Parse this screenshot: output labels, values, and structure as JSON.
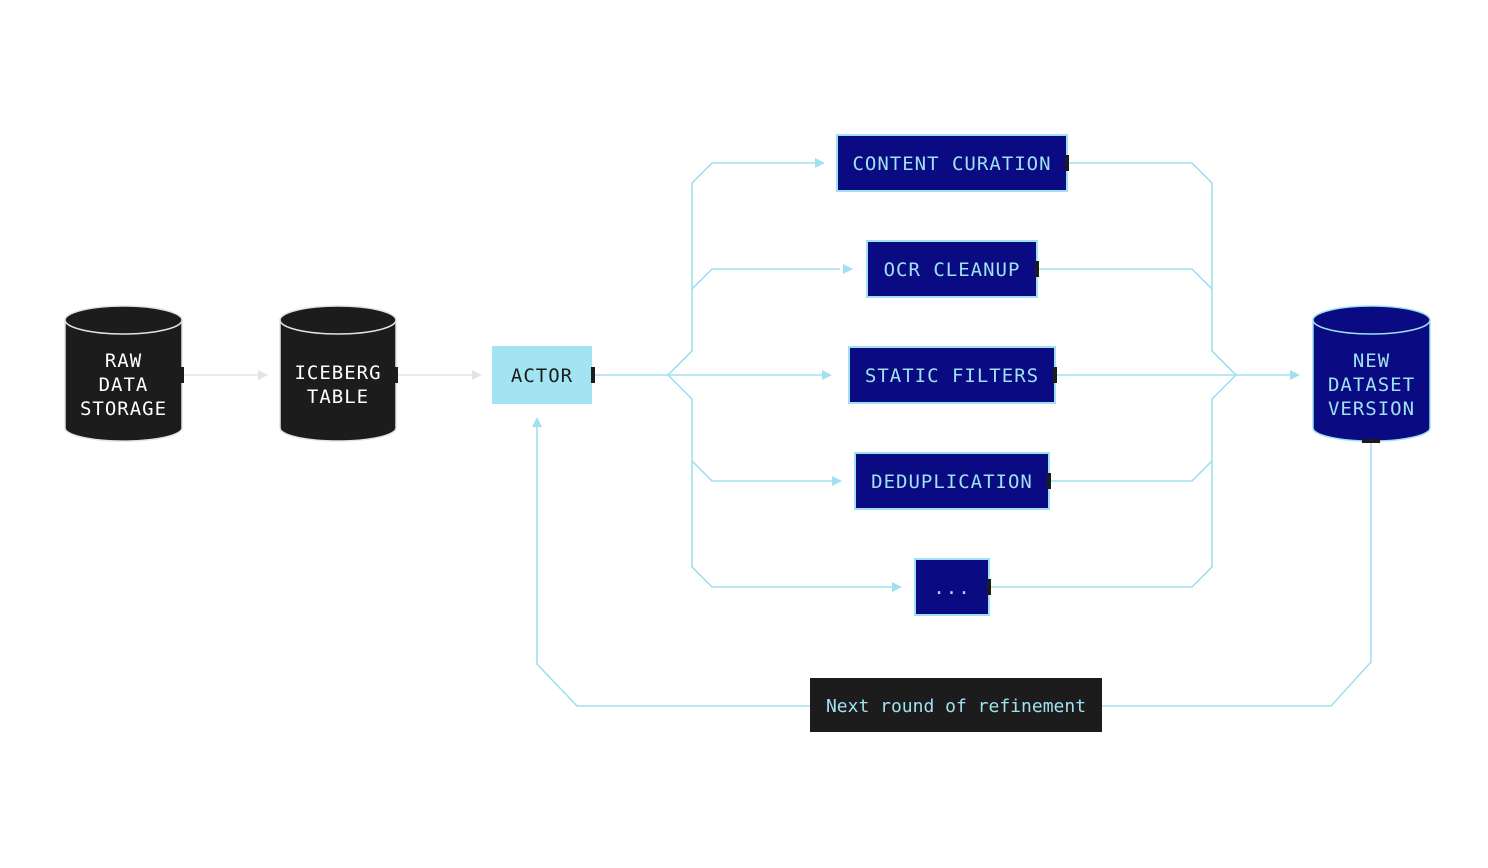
{
  "diagram": {
    "colors": {
      "wire": "#9fe1f0",
      "wire_muted": "#e4e4df",
      "stage_fill": "#0a0a82",
      "storage_fill": "#1c1c1c",
      "actor_fill": "#a2e4f2",
      "note_fill": "#1c1c1c"
    },
    "raw_storage": {
      "lines": [
        "RAW",
        "DATA",
        "STORAGE"
      ]
    },
    "iceberg_table": {
      "lines": [
        "ICEBERG",
        "TABLE"
      ]
    },
    "actor": {
      "label": "ACTOR"
    },
    "stages": [
      {
        "label": "CONTENT CURATION"
      },
      {
        "label": "OCR CLEANUP"
      },
      {
        "label": "STATIC FILTERS"
      },
      {
        "label": "DEDUPLICATION"
      },
      {
        "label": "..."
      }
    ],
    "new_dataset": {
      "lines": [
        "NEW",
        "DATASET",
        "VERSION"
      ]
    },
    "feedback": {
      "label": "Next round of refinement"
    }
  }
}
